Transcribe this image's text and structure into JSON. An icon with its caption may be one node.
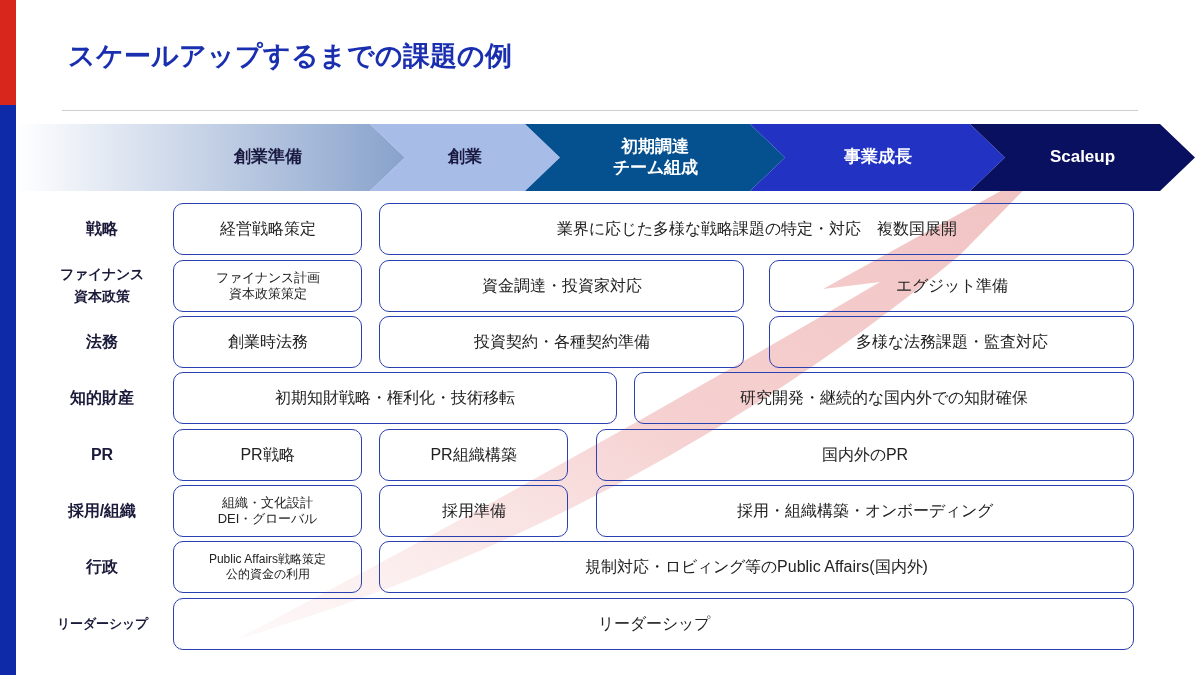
{
  "diagram": {
    "title": "スケールアップするまでの課題の例",
    "nodes": [
      {
        "text": [
          "創業準備"
        ]
      },
      {
        "text": [
          "創業"
        ]
      },
      {
        "text": [
          "初期調達",
          "チーム組成"
        ]
      },
      {
        "text": [
          "事業成長"
        ]
      },
      {
        "text": [
          "Scaleup"
        ]
      },
      {
        "text": [
          "経営戦略策定"
        ]
      },
      {
        "text": [
          "業界に応じた多様な戦略課題の特定・対応　複数国展開"
        ]
      },
      {
        "text": [
          "ファイナンス計画",
          "資本政策策定"
        ]
      },
      {
        "text": [
          "資金調達・投資家対応"
        ]
      },
      {
        "text": [
          "エグジット準備"
        ]
      },
      {
        "text": [
          "創業時法務"
        ]
      },
      {
        "text": [
          "投資契約・各種契約準備"
        ]
      },
      {
        "text": [
          "多様な法務課題・監査対応"
        ]
      },
      {
        "text": [
          "初期知財戦略・権利化・技術移転"
        ]
      },
      {
        "text": [
          "研究開発・継続的な国内外での知財確保"
        ]
      },
      {
        "text": [
          "PR戦略"
        ]
      },
      {
        "text": [
          "PR組織構築"
        ]
      },
      {
        "text": [
          "国内外のPR"
        ]
      },
      {
        "text": [
          "組織・文化設計",
          "DEI・グローバル"
        ]
      },
      {
        "text": [
          "採用準備"
        ]
      },
      {
        "text": [
          "採用・組織構築・オンボーディング"
        ]
      },
      {
        "text": [
          "Public Affairs戦略策定",
          "公的資金の利用"
        ]
      },
      {
        "text": [
          "規制対応・ロビィング等のPublic Affairs(国内外)"
        ]
      },
      {
        "text": [
          "リーダーシップ"
        ]
      }
    ],
    "labels": [
      "戦略",
      "ファイナンス資本政策",
      "法務",
      "知的財産",
      "PR",
      "採用/組織",
      "行政",
      "リーダーシップ"
    ]
  }
}
